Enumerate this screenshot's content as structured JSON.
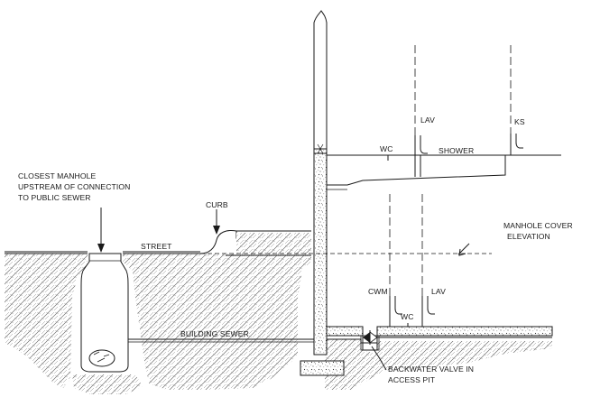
{
  "labels": {
    "manhole_line1": "CLOSEST MANHOLE",
    "manhole_line2": "UPSTREAM OF CONNECTION",
    "manhole_line3": "TO PUBLIC SEWER",
    "curb": "CURB",
    "street": "STREET",
    "building_sewer": "BUILDING SEWER",
    "manhole_cover_line1": "MANHOLE COVER",
    "manhole_cover_line2": "ELEVATION",
    "wc_upper": "WC",
    "shower": "SHOWER",
    "lav_upper": "LAV",
    "ks": "KS",
    "cwm": "CWM",
    "lav_lower": "LAV",
    "wc_lower": "WC",
    "backwater_line1": "BACKWATER VALVE IN",
    "backwater_line2": "ACCESS PIT"
  }
}
